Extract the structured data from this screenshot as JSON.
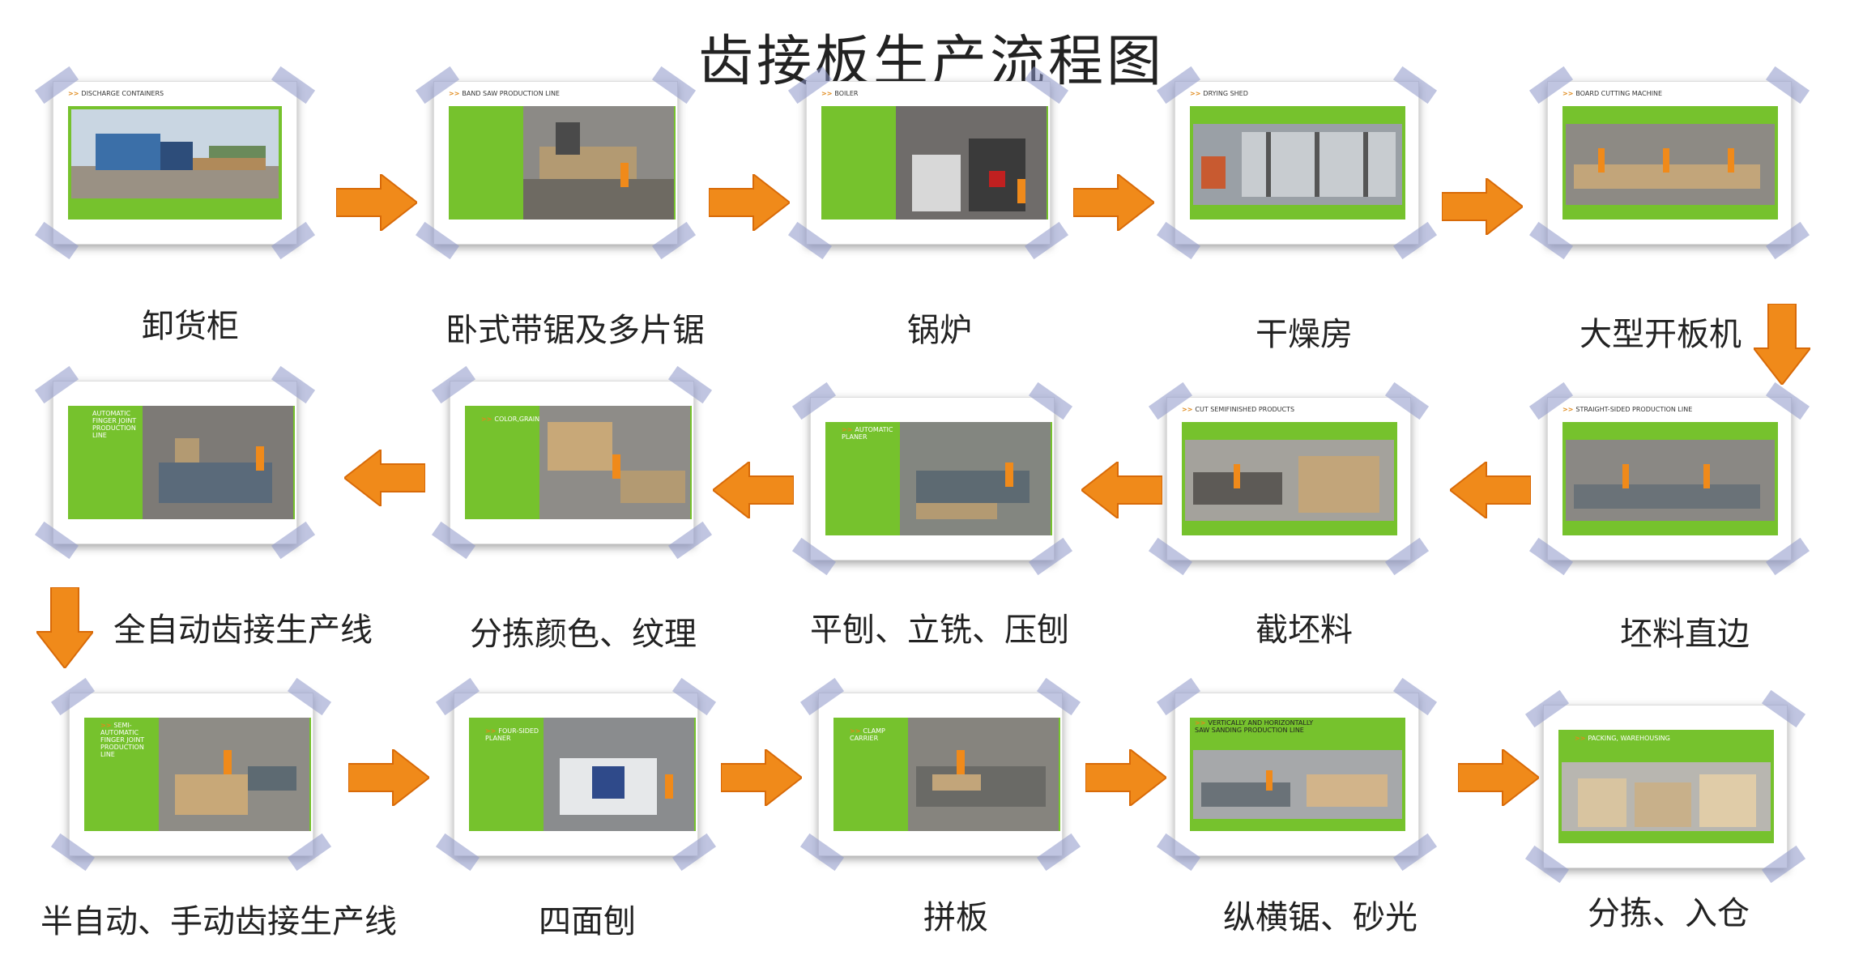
{
  "title": "齿接板生产流程图",
  "colors": {
    "accent_green": "#76c22d",
    "arrow_orange": "#f08a1a",
    "tape": "#8c96c8"
  },
  "steps": [
    {
      "label": "卸货柜",
      "header_en": "DISCHARGE CONTAINERS",
      "layout": "top-band"
    },
    {
      "label": "卧式带锯及多片锯",
      "header_en": "BAND SAW PRODUCTION LINE",
      "layout": "left-panel"
    },
    {
      "label": "锅炉",
      "header_en": "BOILER",
      "layout": "left-panel"
    },
    {
      "label": "干燥房",
      "header_en": "DRYING SHED",
      "layout": "top-band"
    },
    {
      "label": "大型开板机",
      "header_en": "BOARD CUTTING MACHINE",
      "layout": "top-band"
    },
    {
      "label": "全自动齿接生产线",
      "header_en": "AUTOMATIC FINGER JOINT PRODUCTION LINE",
      "layout": "left-panel"
    },
    {
      "label": "分拣颜色、纹理",
      "header_en": "COLOR,GRAIN",
      "layout": "left-panel"
    },
    {
      "label": "平刨、立铣、压刨",
      "header_en": "AUTOMATIC PLANER",
      "layout": "left-panel"
    },
    {
      "label": "截坯料",
      "header_en": "CUT SEMIFINISHED PRODUCTS",
      "layout": "top-band"
    },
    {
      "label": "坯料直边",
      "header_en": "STRAIGHT-SIDED PRODUCTION LINE",
      "layout": "top-band"
    },
    {
      "label": "半自动、手动齿接生产线",
      "header_en": "SEMI-AUTOMATIC FINGER JOINT PRODUCTION LINE",
      "layout": "left-panel"
    },
    {
      "label": "四面刨",
      "header_en": "FOUR-SIDED PLANER",
      "layout": "left-panel"
    },
    {
      "label": "拼板",
      "header_en": "CLAMP CARRIER",
      "layout": "left-panel"
    },
    {
      "label": "纵横锯、砂光",
      "header_en": "VERTICALLY AND HORIZONTALLY SAW SANDING PRODUCTION LINE",
      "layout": "top-band"
    },
    {
      "label": "分拣、入仓",
      "header_en": "PACKING, WAREHOUSING",
      "layout": "top-band"
    }
  ]
}
